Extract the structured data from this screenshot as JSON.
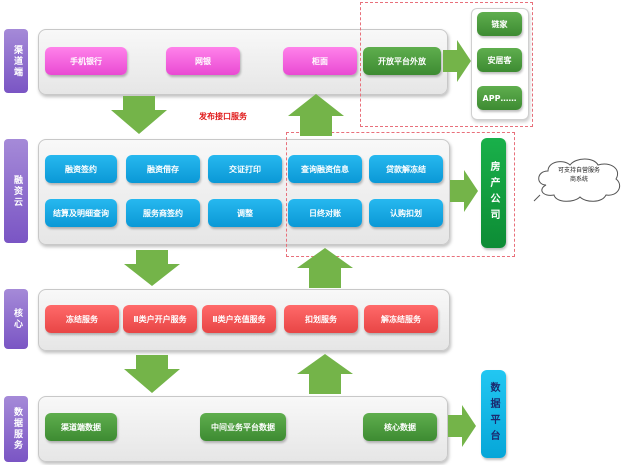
{
  "layers": [
    {
      "label": "渠道端"
    },
    {
      "label": "融资云"
    },
    {
      "label": "核心"
    },
    {
      "label": "数据服务"
    }
  ],
  "channel": {
    "buttons": [
      "手机银行",
      "网银",
      "柜面"
    ],
    "open_platform": "开放平台外放"
  },
  "external": {
    "items": [
      "链家",
      "安居客",
      "APP……"
    ]
  },
  "caption": "发布接口服务",
  "finance_cloud": {
    "row1": [
      "融资签约",
      "融资借存",
      "交证打印",
      "查询融资信息",
      "贷款解冻结"
    ],
    "row2": [
      "结算及明细查询",
      "服务商签约",
      "调整",
      "日终对账",
      "认购扣划"
    ]
  },
  "real_estate": {
    "label": "房产公司"
  },
  "note": {
    "text": "可支持自营服务商系统"
  },
  "core": {
    "buttons": [
      "冻结服务",
      "Ⅱ类户开户服务",
      "Ⅱ类户充值服务",
      "扣划服务",
      "解冻结服务"
    ]
  },
  "data": {
    "buttons": [
      "渠道端数据",
      "中间业务平台数据",
      "核心数据"
    ]
  },
  "data_platform": {
    "label": "数据平台"
  },
  "colors": {
    "layer": "#8e6fd0",
    "pink": "#f05ddb",
    "blue": "#12a7e4",
    "red": "#f25555",
    "green": "#4a9a3c",
    "arrow": "#6fb043",
    "dashed": "#e8707b",
    "caption": "#e01818"
  }
}
